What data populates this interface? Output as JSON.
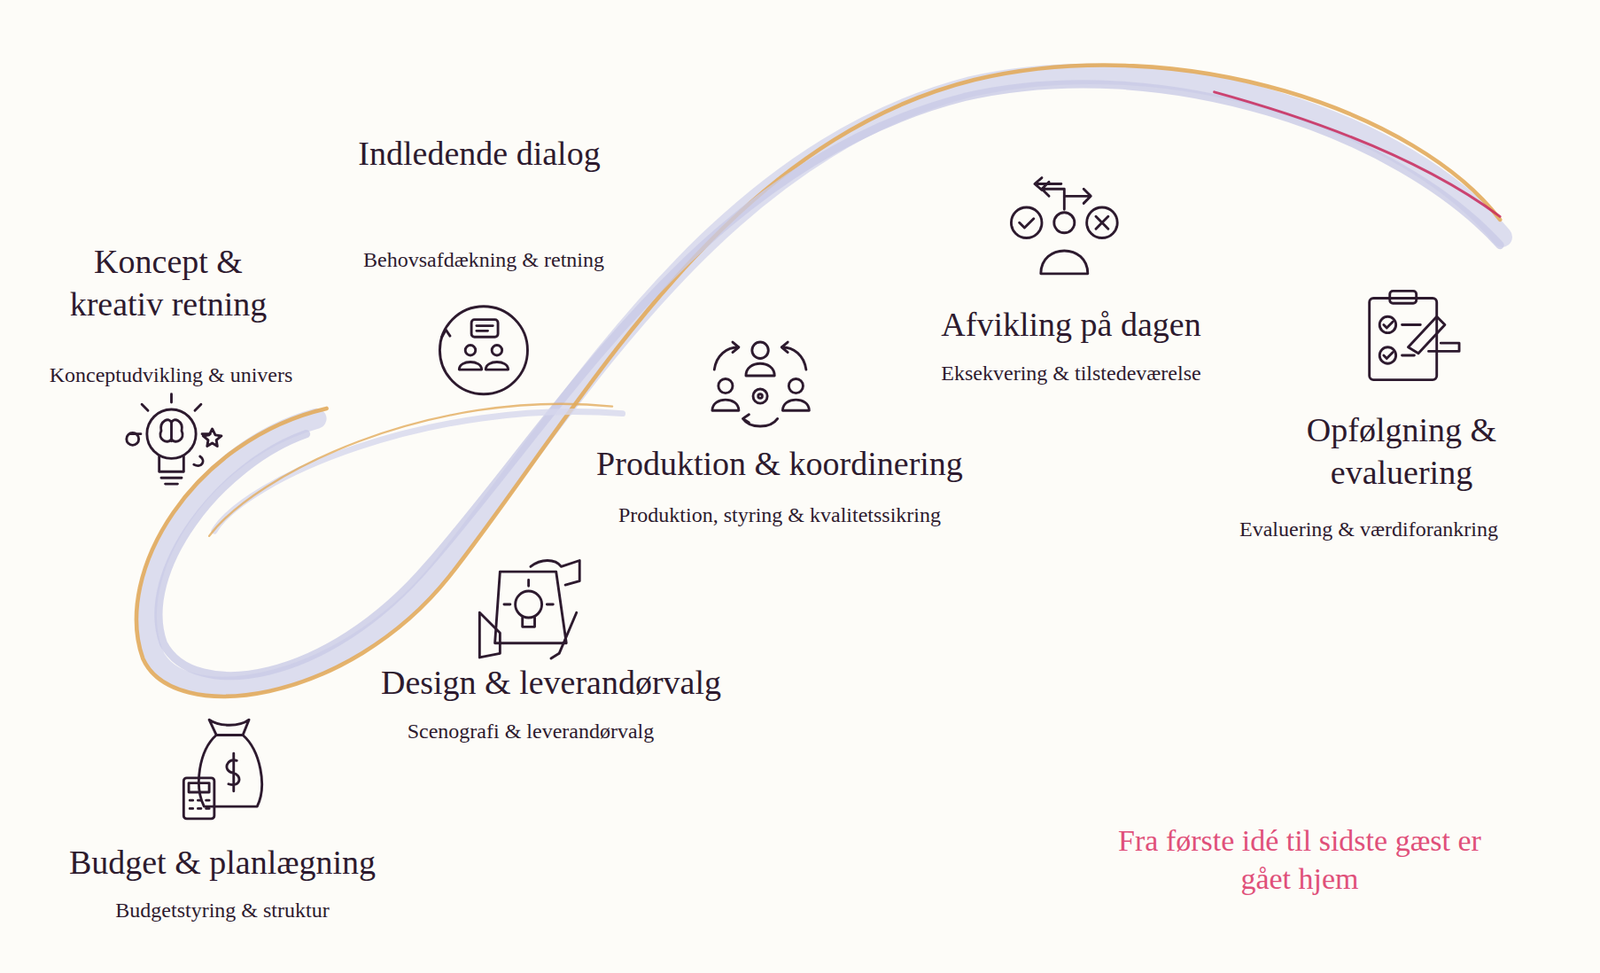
{
  "diagram": {
    "labels": [
      "Indledende dialog",
      "Behovsafdækning & retning",
      "Koncept & kreativ retning",
      "Konceptudvikling & univers",
      "Produktion & koordinering",
      "Produktion, styring & kvalitetssikring",
      "Afvikling på dagen",
      "Eksekvering & tilstedeværelse",
      "Opfølgning & evaluering",
      "Evaluering & værdiforankring",
      "Design & leverandørvalg",
      "Scenografi & leverandørvalg",
      "Budget & planlægning",
      "Budgetstyring & struktur",
      "Fra første idé til sidste gæst er gået hjem"
    ]
  }
}
